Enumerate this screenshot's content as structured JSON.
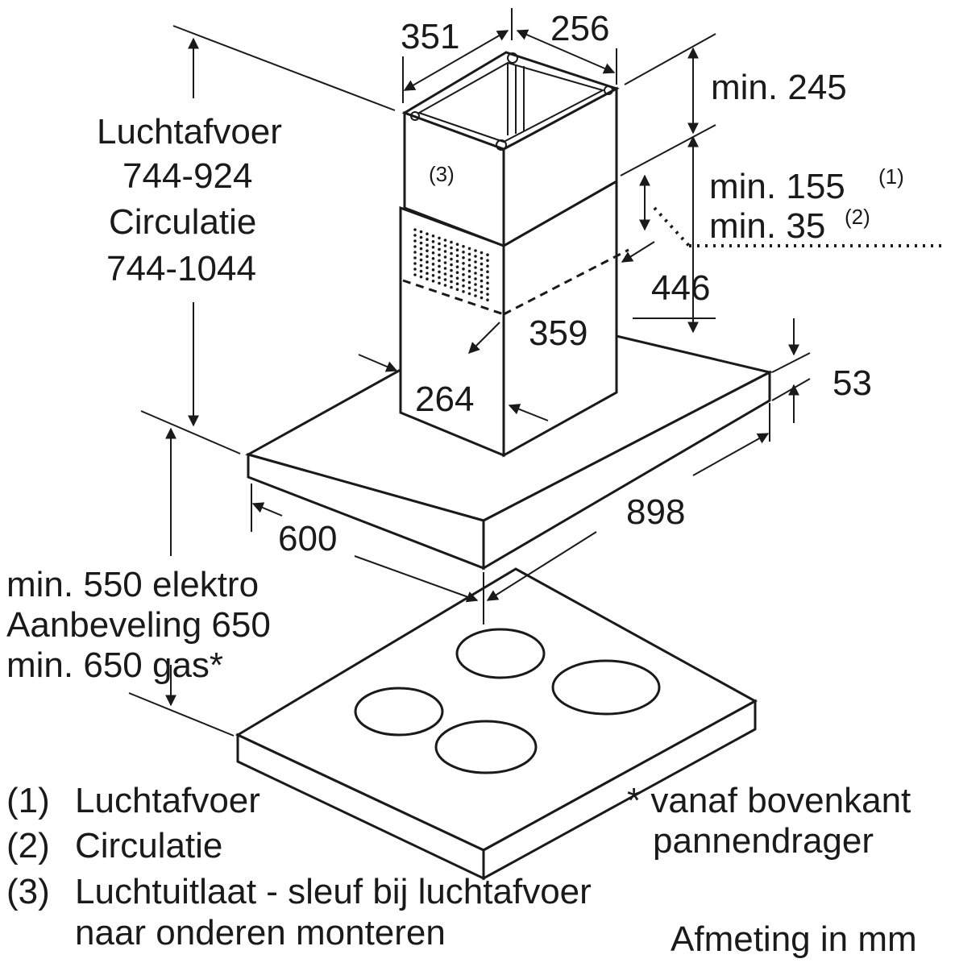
{
  "dimensions": {
    "width_chimney": "351",
    "depth_chimney": "256",
    "min_top": "min. 245",
    "min_exhaust": "min. 155",
    "min_exhaust_note": "(1)",
    "min_circ": "min. 35",
    "min_circ_note": "(2)",
    "lower_chimney": "446",
    "lower_width": "359",
    "lower_depth": "264",
    "canopy_height": "53",
    "canopy_width": "898",
    "canopy_depth": "600"
  },
  "height_label": {
    "line1": "Luchtafvoer",
    "line2": "744-924",
    "line3": "Circulatie",
    "line4": "744-1044"
  },
  "clearance_label": {
    "line1": "min. 550 elektro",
    "line2": "Aanbeveling 650",
    "line3": "min. 650 gas*"
  },
  "callout": "(3)",
  "legend": [
    {
      "num": "(1)",
      "text": "Luchtafvoer"
    },
    {
      "num": "(2)",
      "text": "Circulatie"
    },
    {
      "num": "(3)",
      "text": "Luchtuitlaat - sleuf bij luchtafvoer"
    },
    {
      "num": "",
      "text": "naar onderen monteren"
    }
  ],
  "footnote": {
    "line1": "* vanaf bovenkant",
    "line2": "pannendrager"
  },
  "units_note": "Afmeting in mm"
}
